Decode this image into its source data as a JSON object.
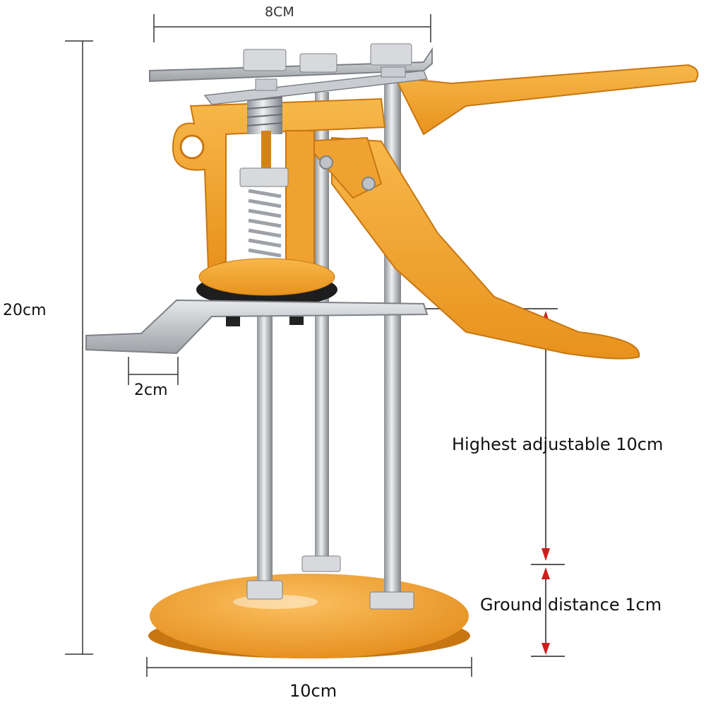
{
  "dimensions": {
    "top_width": "8CM",
    "total_height": "20cm",
    "clip_width": "2cm",
    "max_adjust": "Highest adjustable 10cm",
    "ground_distance": "Ground distance 1cm",
    "base_width": "10cm"
  },
  "colors": {
    "body": "#f4a62a",
    "body_dark": "#d9821a",
    "steel": "#c9ccd0",
    "steel_dark": "#8d9196",
    "dim_line": "#222222",
    "arrow": "#d01c1c"
  }
}
